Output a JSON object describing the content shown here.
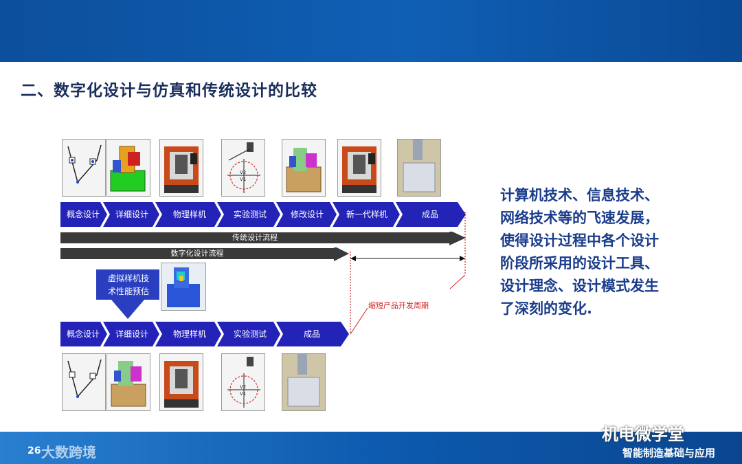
{
  "slide": {
    "title": "二、数字化设计与仿真和传统设计的比较",
    "page_number": "26",
    "footer_right": "智能制造基础与应用",
    "watermark_left": "大数跨境",
    "watermark_right": "机电微学堂"
  },
  "diagram": {
    "top_steps": [
      "概念设计",
      "详细设计",
      "物理样机",
      "实验测试",
      "修改设计",
      "新一代样机",
      "成品"
    ],
    "bottom_steps": [
      "概念设计",
      "详细设计",
      "物理样机",
      "实验测试",
      "成品"
    ],
    "traditional_flow": "传统设计流程",
    "digital_flow": "数字化设计流程",
    "virtual_prototype": [
      "虚拟样机技",
      "术性能预估"
    ],
    "shorten_cycle": "缩短产品开发周期",
    "sketch_labels": [
      "V2",
      "V1"
    ]
  },
  "body_text": {
    "lines": [
      "计算机技术、信息技术、",
      "网络技术等的飞速发展，",
      "使得设计过程中各个设计",
      "阶段所采用的设计工具、",
      "设计理念、设计模式发生",
      "了深刻的变化."
    ]
  },
  "colors": {
    "header_blue": "#0f5fb5",
    "step_blue": "#2323b8",
    "arrow_dark": "#3a3a3a",
    "text_blue": "#1a3c8c",
    "annotation_red": "#d42020"
  }
}
